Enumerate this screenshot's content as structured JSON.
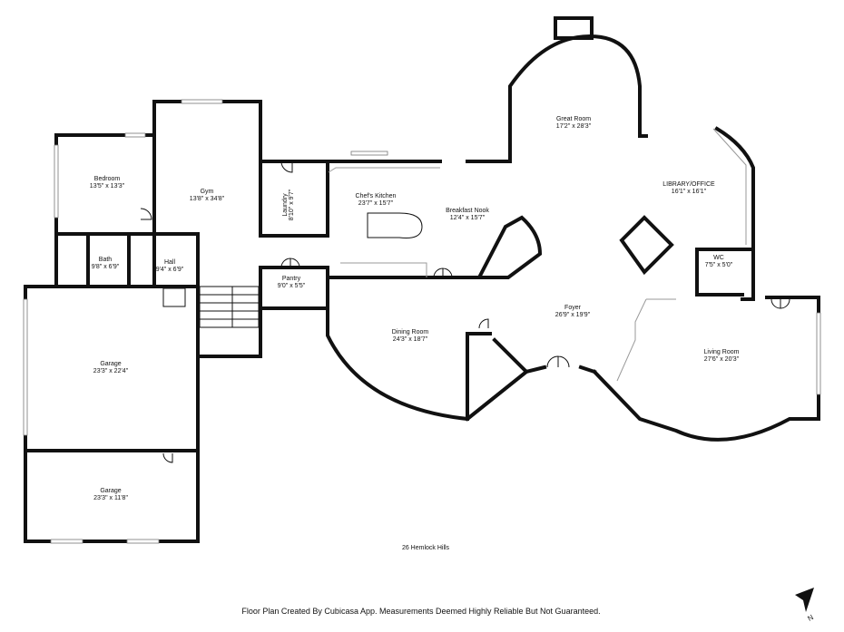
{
  "rooms": {
    "bedroom": {
      "name": "Bedroom",
      "dims": "13'5\" x 13'3\""
    },
    "gym": {
      "name": "Gym",
      "dims": "13'8\" x 34'8\""
    },
    "laundry": {
      "name": "Laundry",
      "dims": "8'10\" x 9'7\""
    },
    "kitchen": {
      "name": "Chef's Kitchen",
      "dims": "23'7\" x 15'7\""
    },
    "nook": {
      "name": "Breakfast Nook",
      "dims": "12'4\" x 15'7\""
    },
    "great": {
      "name": "Great Room",
      "dims": "17'2\" x 28'3\""
    },
    "library": {
      "name": "LIBRARY/OFFICE",
      "dims": "16'1\" x 16'1\""
    },
    "wc": {
      "name": "WC",
      "dims": "7'5\" x 5'0\""
    },
    "bath": {
      "name": "Bath",
      "dims": "9'8\" x 6'9\""
    },
    "hall": {
      "name": "Hall",
      "dims": "9'4\" x 6'9\""
    },
    "pantry": {
      "name": "Pantry",
      "dims": "9'0\" x 5'5\""
    },
    "foyer": {
      "name": "Foyer",
      "dims": "26'9\" x 19'9\""
    },
    "dining": {
      "name": "Dining Room",
      "dims": "24'3\" x 18'7\""
    },
    "living": {
      "name": "Living Room",
      "dims": "27'6\" x 20'3\""
    },
    "garage1": {
      "name": "Garage",
      "dims": "23'3\" x 22'4\""
    },
    "garage2": {
      "name": "Garage",
      "dims": "23'3\" x 11'8\""
    }
  },
  "address": "26 Hemlock Hills",
  "footer": "Floor Plan Created By Cubicasa App. Measurements Deemed Highly Reliable But Not Guaranteed.",
  "compass": {
    "label": "N",
    "icon": "north-arrow-icon"
  }
}
